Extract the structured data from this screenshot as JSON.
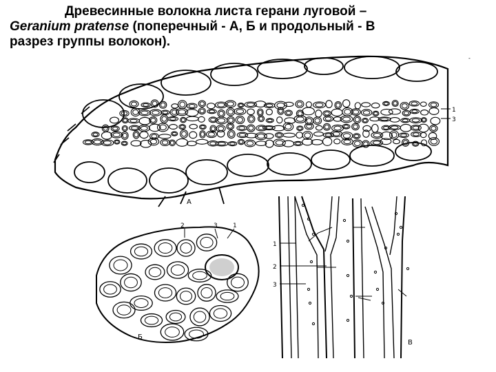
{
  "title": {
    "line1": "Древесинные волокна листа герани луговой –",
    "latin_name": "Geranium pratense",
    "line2_rest": " (поперечный - А, Б и продольный - В",
    "line3": "разрез группы волокон)."
  },
  "panels": {
    "a_label": "А",
    "b_label": "Б",
    "v_label": "В"
  },
  "callouts": {
    "a_1": "1",
    "a_3": "3",
    "b_2": "2",
    "b_3": "3",
    "b_1": "1",
    "v_1": "1",
    "v_2": "2",
    "v_3": "3"
  },
  "corner_mark": "-",
  "colors": {
    "ink": "#000000",
    "paper": "#ffffff"
  }
}
